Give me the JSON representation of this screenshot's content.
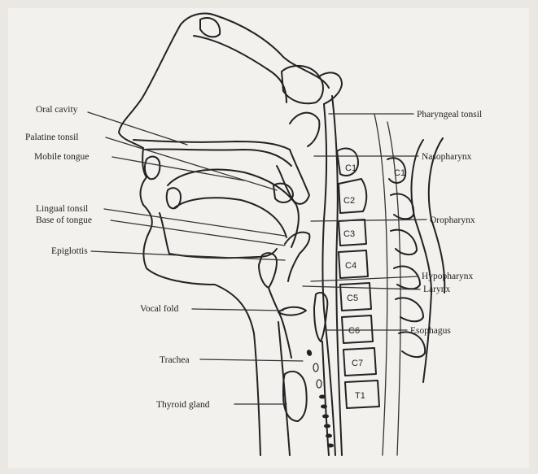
{
  "labels": {
    "oral_cavity": "Oral cavity",
    "palatine_tonsil": "Palatine tonsil",
    "mobile_tongue": "Mobile tongue",
    "lingual_tonsil": "Lingual tonsil",
    "base_of_tongue": "Base of tongue",
    "epiglottis": "Epiglottis",
    "vocal_fold": "Vocal fold",
    "trachea": "Trachea",
    "thyroid_gland": "Thyroid gland",
    "pharyngeal_tonsil": "Pharyngeal tonsil",
    "nasopharynx": "Nasopharynx",
    "oropharynx": "Oropharynx",
    "hypopharynx": "Hypopharynx",
    "larynx": "Larynx",
    "esophagus": "Esophagus"
  },
  "vertebrae": [
    "C1",
    "C2",
    "C3",
    "C4",
    "C5",
    "C6",
    "C7",
    "T1"
  ]
}
